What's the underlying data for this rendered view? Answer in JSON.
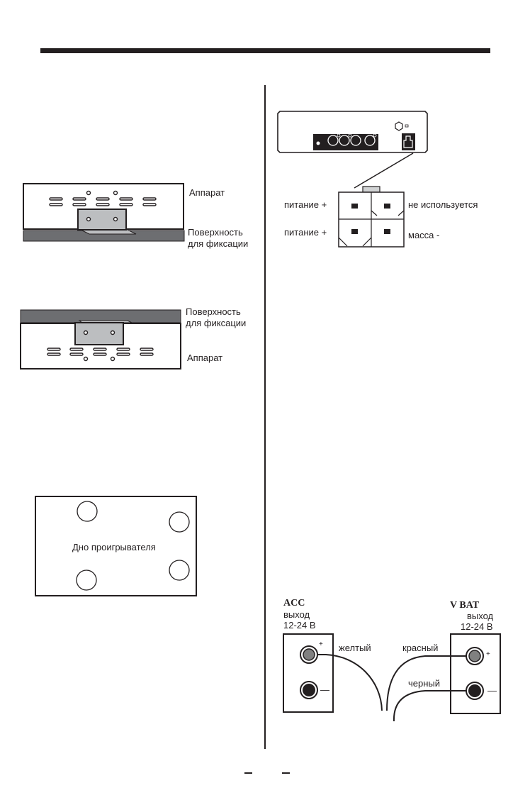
{
  "page": {
    "footer_dashes": [
      "–",
      "–"
    ]
  },
  "mount_below": {
    "device_label": "Аппарат",
    "surface_label_line1": "Поверхность",
    "surface_label_line2": "для фиксации"
  },
  "mount_above": {
    "surface_label_line1": "Поверхность",
    "surface_label_line2": "для фиксации",
    "device_label": "Аппарат"
  },
  "player_bottom": {
    "label": "Дно проигрывателя"
  },
  "power_connector": {
    "pins": [
      {
        "position": "top-left",
        "label": "питание +"
      },
      {
        "position": "top-right",
        "label": "не используется"
      },
      {
        "position": "bottom-left",
        "label": "питание +"
      },
      {
        "position": "bottom-right",
        "label": "масса -"
      }
    ]
  },
  "power_wiring": {
    "acc": {
      "title": "ACC",
      "line1": "выход",
      "line2": "12-24 В",
      "plus": "+",
      "minus": "—"
    },
    "vbat": {
      "title": "V BAT",
      "line1": "выход",
      "line2": "12-24 В",
      "plus": "+",
      "minus": "—"
    },
    "wires": {
      "yellow": "желтый",
      "red": "красный",
      "black": "черный"
    },
    "colors": {
      "terminal_plus": "#808080",
      "terminal_minus": "#231f20"
    }
  }
}
